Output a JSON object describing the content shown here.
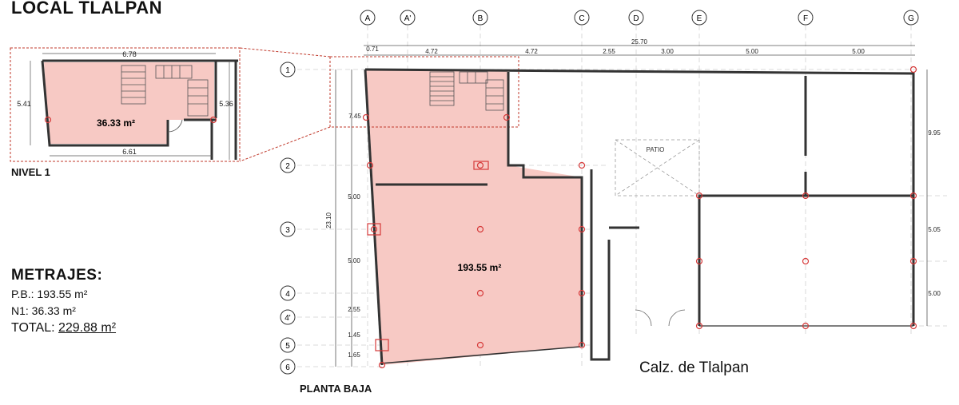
{
  "title": "LOCAL TLALPAN",
  "nivel": {
    "label": "NIVEL 1",
    "area": "36.33 m²",
    "dims": {
      "top": "6.78",
      "bottom": "6.61",
      "left": "5.41",
      "right": "5.36"
    }
  },
  "planta": {
    "label": "PLANTA BAJA",
    "area": "193.55 m²",
    "patio": "PATIO",
    "street": "Calz. de Tlalpan"
  },
  "metrajes": {
    "heading": "METRAJES:",
    "pb": "P.B.: 193.55 m²",
    "n1": "N1: 36.33 m²",
    "total_label": "TOTAL: ",
    "total_value": "229.88 m²"
  },
  "grid": {
    "columns": [
      "A",
      "A'",
      "B",
      "C",
      "D",
      "E",
      "F",
      "G"
    ],
    "rows": [
      "1",
      "2",
      "3",
      "4",
      "4'",
      "5",
      "6"
    ]
  },
  "dimensions": {
    "top": {
      "total": "25.70",
      "offset": "0.71",
      "segments": [
        "4.72",
        "4.72",
        "2.55",
        "3.00",
        "5.00",
        "5.00"
      ]
    },
    "left": {
      "total": "23.10",
      "segments": [
        "7.45",
        "5.00",
        "5.00",
        "2.55",
        "1.45",
        "1.65"
      ]
    },
    "right": {
      "segments": [
        "9.95",
        "5.05",
        "5.00"
      ]
    }
  },
  "colors": {
    "fill": "#f7c9c4",
    "wall": "#333333",
    "callout": "#c0392b",
    "column_marker": "#d63a3a"
  }
}
